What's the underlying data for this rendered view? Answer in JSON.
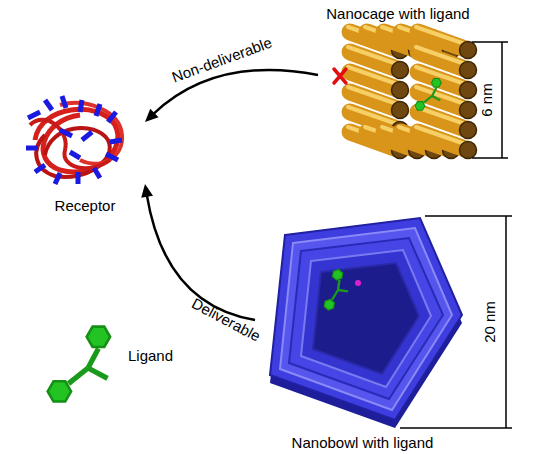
{
  "diagram": {
    "nodes": [
      {
        "text": [
          "Nanocage with ligand"
        ]
      },
      {
        "text": [
          "Receptor"
        ]
      },
      {
        "text": [
          "Nanobowl with ligand"
        ]
      }
    ],
    "edges": [
      {
        "from": 0,
        "to": 1,
        "arrow": "to",
        "label": "Non-deliverable"
      },
      {
        "from": 2,
        "to": 1,
        "arrow": "to",
        "label": "Deliverable"
      }
    ],
    "labels": [
      "6 nm",
      "20 nm"
    ],
    "legend": [
      {
        "text": "Ligand"
      }
    ]
  }
}
